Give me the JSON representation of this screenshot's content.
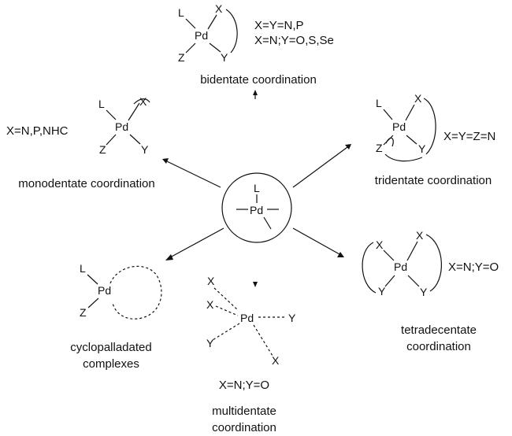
{
  "center": {
    "L": "L",
    "Pd": "Pd"
  },
  "bidentate": {
    "L": "L",
    "Pd": "Pd",
    "X": "X",
    "Y": "Y",
    "Z": "Z",
    "cond1": "X=Y=N,P",
    "cond2": "X=N;Y=O,S,Se",
    "label": "bidentate coordination"
  },
  "monodentate": {
    "L": "L",
    "Pd": "Pd",
    "X": "X",
    "Y": "Y",
    "Z": "Z",
    "cond": "X=N,P,NHC",
    "label": "monodentate coordination"
  },
  "tridentate": {
    "L": "L",
    "Pd": "Pd",
    "X": "X",
    "Y": "Y",
    "Z": "Z",
    "cond": "X=Y=Z=N",
    "label": "tridentate coordination"
  },
  "cyclo": {
    "L": "L",
    "Pd": "Pd",
    "Z": "Z",
    "label1": "cyclopalladated",
    "label2": "complexes"
  },
  "multi": {
    "Pd": "Pd",
    "X": "X",
    "Y": "Y",
    "cond": "X=N;Y=O",
    "label1": "multidentate",
    "label2": "coordination"
  },
  "tetra": {
    "Pd": "Pd",
    "X": "X",
    "Y": "Y",
    "cond": "X=N;Y=O",
    "label1": "tetradecentate",
    "label2": "coordination"
  }
}
